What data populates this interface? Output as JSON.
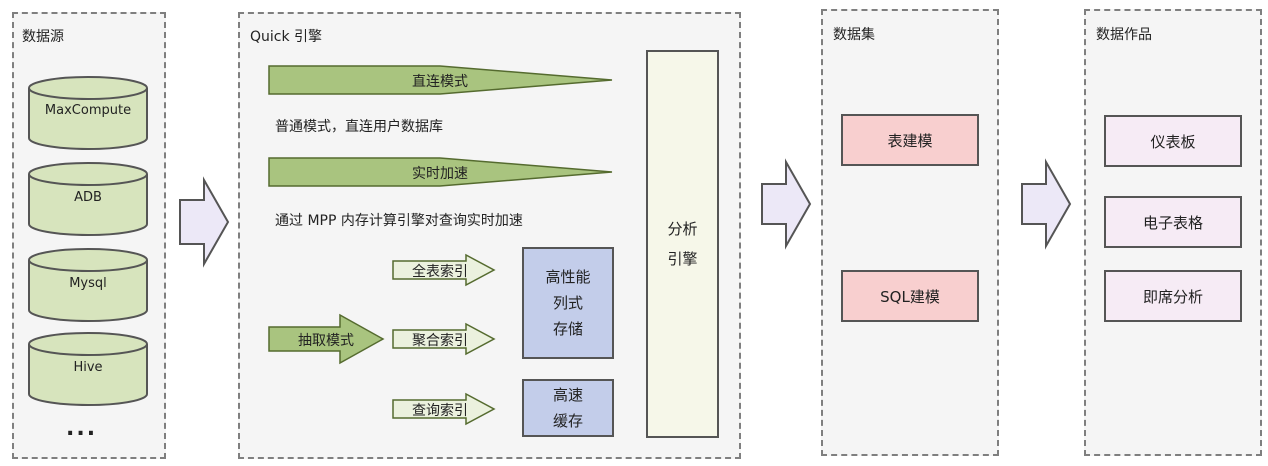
{
  "panels": {
    "datasource": {
      "title": "数据源",
      "items": [
        "MaxCompute",
        "ADB",
        "Mysql",
        "Hive"
      ],
      "more": "..."
    },
    "quick": {
      "title": "Quick 引擎",
      "direct_mode": "直连模式",
      "direct_desc": "普通模式，直连用户数据库",
      "realtime_accel": "实时加速",
      "realtime_desc": "通过 MPP 内存计算引擎对查询实时加速",
      "extract_mode": "抽取模式",
      "full_index": "全表索引",
      "agg_index": "聚合索引",
      "query_index": "查询索引",
      "columnar_storage": "高性能\n列式\n存储",
      "cache": "高速\n缓存",
      "analysis_engine": "分析\n引擎"
    },
    "dataset": {
      "title": "数据集",
      "table_model": "表建模",
      "sql_model": "SQL建模"
    },
    "works": {
      "title": "数据作品",
      "dashboard": "仪表板",
      "spreadsheet": "电子表格",
      "adhoc": "即席分析"
    }
  },
  "colors": {
    "green_fill": "#a9c47f",
    "light_green_fill": "#ebf1de",
    "green_stroke": "#556b2f",
    "cylinder_fill": "#d7e4bd",
    "flow_arrow_fill": "#ece8f7",
    "pink": "#f8cfcf",
    "lavender": "#f6ebf5",
    "blue": "#c3cdea",
    "engine": "#f6f7e9"
  }
}
